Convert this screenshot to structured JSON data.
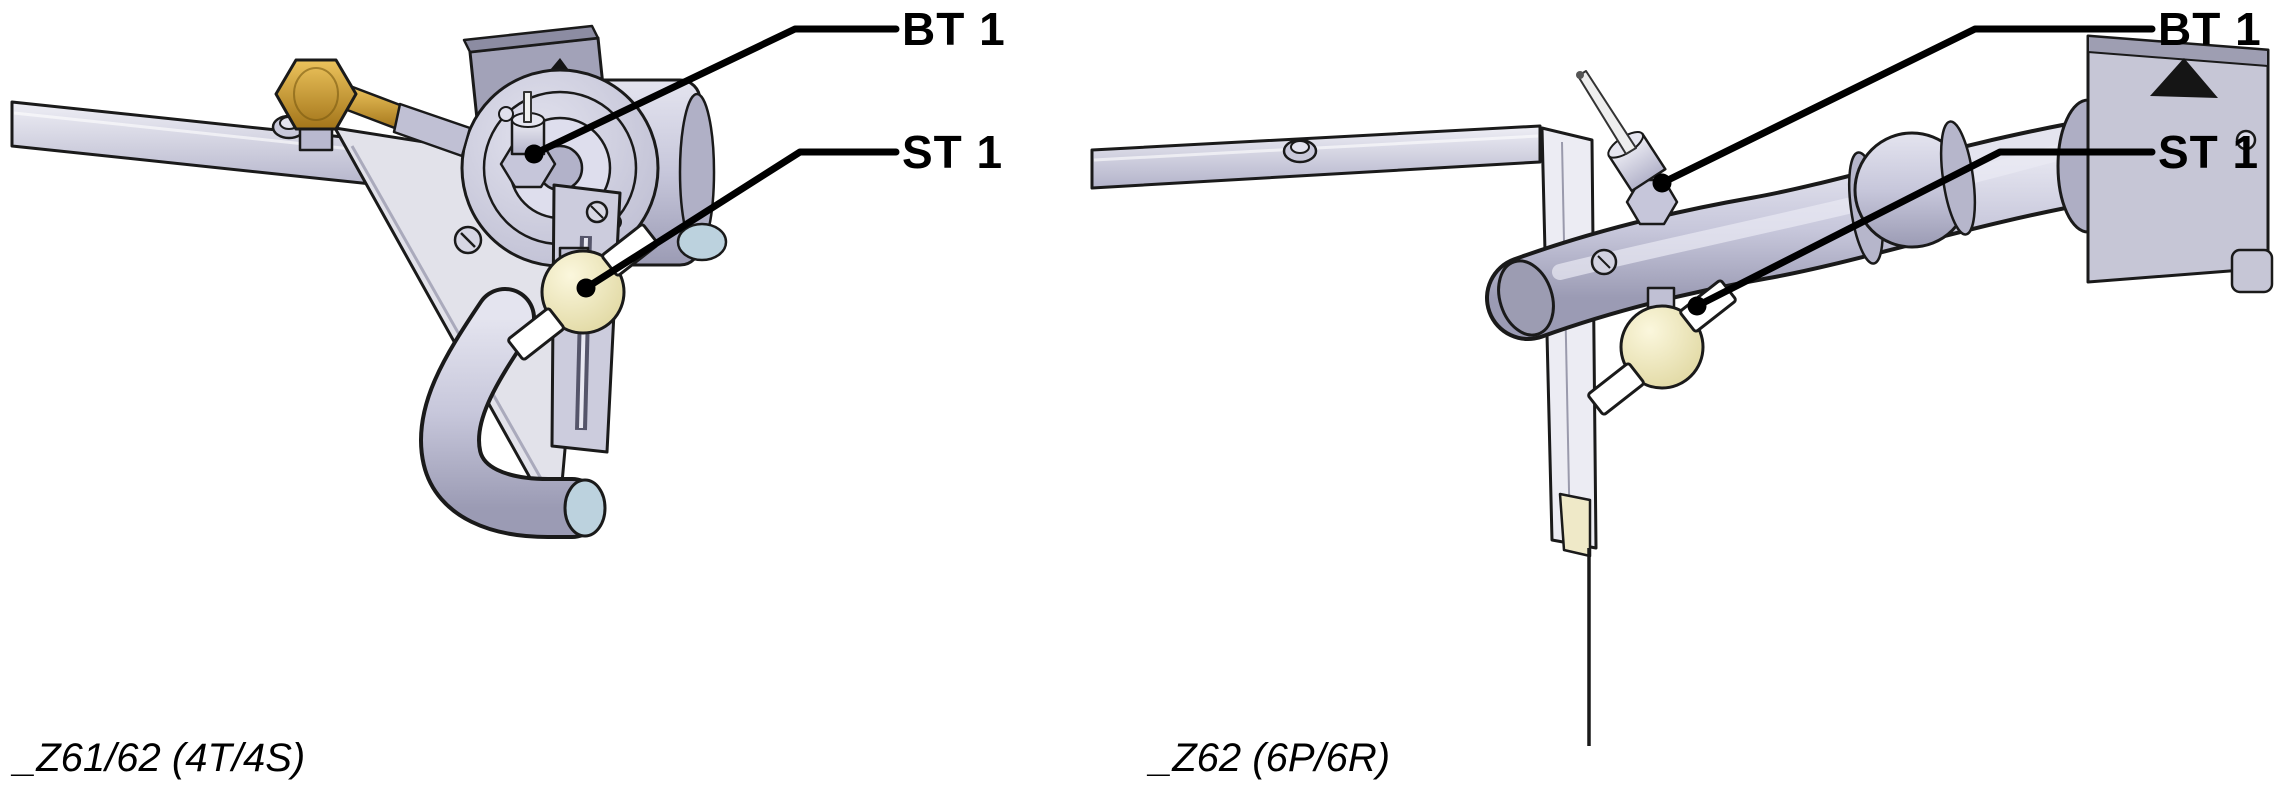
{
  "figure": {
    "panels": [
      {
        "id": "left",
        "caption": "_Z61/62 (4T/4S)",
        "callouts": [
          {
            "label": "BT 1"
          },
          {
            "label": "ST 1"
          }
        ]
      },
      {
        "id": "right",
        "caption": "_Z62 (6P/6R)",
        "callouts": [
          {
            "label": "BT 1"
          },
          {
            "label": "ST 1"
          }
        ]
      }
    ],
    "colors": {
      "outline": "#1a1a1a",
      "metal_light": "#e7e7f0",
      "metal_mid": "#c6c6da",
      "metal_dark": "#9d9db4",
      "brass": "#d5a238",
      "valve_yellow": "#f2edc6",
      "cap_blue": "#bcd2de",
      "background": "#ffffff"
    }
  }
}
